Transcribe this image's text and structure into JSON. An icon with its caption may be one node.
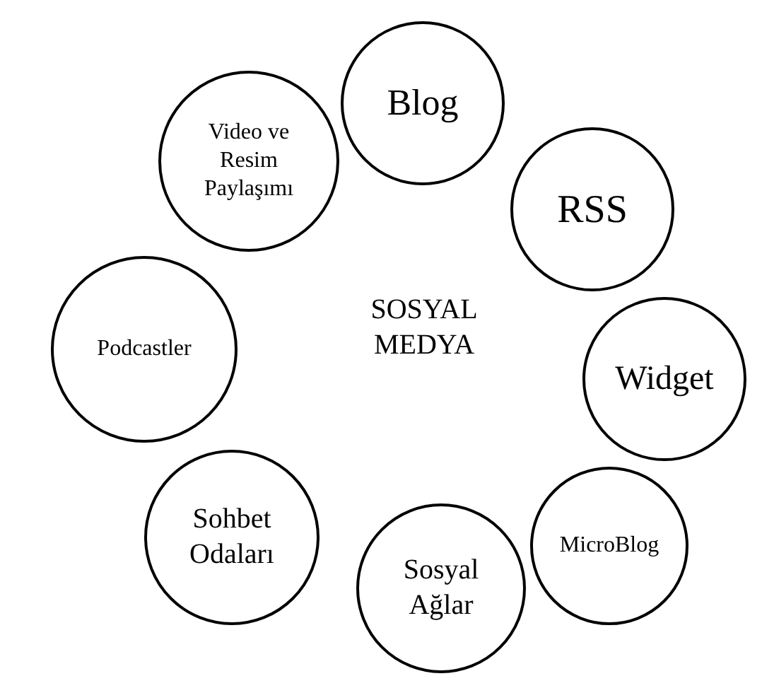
{
  "diagram": {
    "nodes": [
      {
        "text": [
          "Blog"
        ]
      },
      {
        "text": [
          "RSS"
        ]
      },
      {
        "text": [
          "Widget"
        ]
      },
      {
        "text": [
          "MicroBlog"
        ]
      },
      {
        "text": [
          "Sosyal Ağlar"
        ]
      },
      {
        "text": [
          "Sohbet Odaları"
        ]
      },
      {
        "text": [
          "Podcastler"
        ]
      },
      {
        "text": [
          "Video ve Resim Paylaşımı"
        ]
      }
    ],
    "edges": [],
    "labels": [
      "SOSYAL MEDYA"
    ]
  }
}
